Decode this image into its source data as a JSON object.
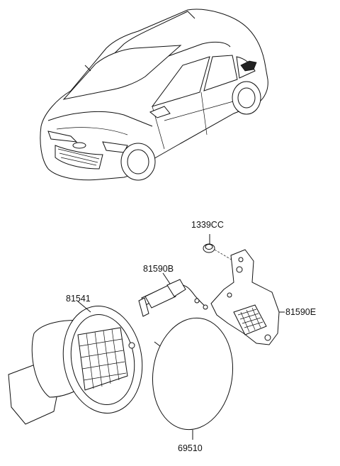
{
  "diagram": {
    "parts": [
      {
        "id": "p1339cc",
        "label": "1339CC"
      },
      {
        "id": "p81590b",
        "label": "81590B"
      },
      {
        "id": "p81541",
        "label": "81541"
      },
      {
        "id": "p81590e",
        "label": "81590E"
      },
      {
        "id": "p69510",
        "label": "69510"
      }
    ]
  }
}
